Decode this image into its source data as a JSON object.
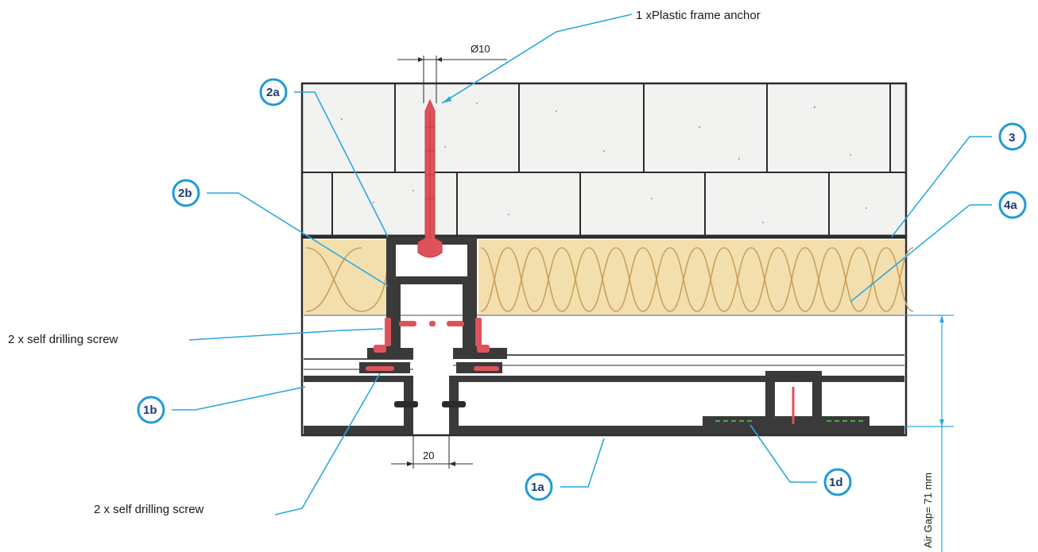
{
  "annotations": {
    "plastic_anchor": "1 xPlastic frame anchor",
    "screw_upper": "2 x self drilling screw",
    "screw_lower": "2 x self drilling screw",
    "dim_diameter": "Ø10",
    "dim_gap": "20",
    "air_gap": "Air Gap= 71 mm"
  },
  "tags": {
    "t2a": "2a",
    "t2b": "2b",
    "t3": "3",
    "t4a": "4a",
    "t1b": "1b",
    "t1a": "1a",
    "t1d": "1d"
  },
  "colors": {
    "leader": "#2aa9e0",
    "bubble": "#1e9bd7",
    "insulation": "#f3dfae",
    "anchor": "#e0525b",
    "aluminium": "#3a3a3a"
  }
}
